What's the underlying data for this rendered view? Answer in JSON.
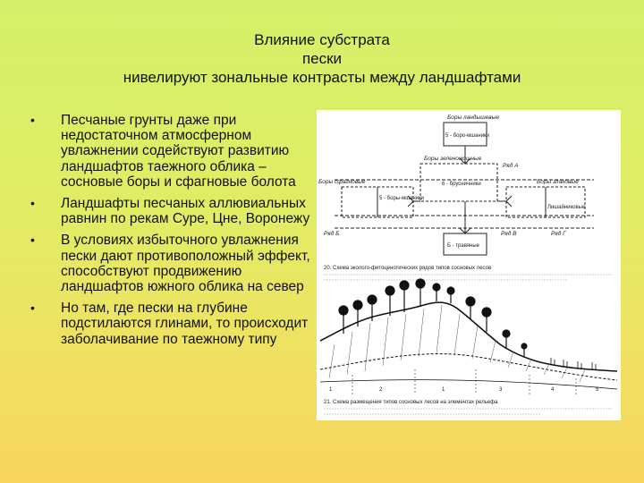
{
  "slide": {
    "title_lines": [
      "Влияние субстрата",
      "пески",
      "нивелируют зональные контрасты между ландшафтами"
    ],
    "bullets": [
      "Песчаные грунты даже при недостаточном атмосферном увлажнении содействуют развитию ландшафтов таежного облика – сосновые боры и сфагновые болота",
      "Ландшафты песчаных аллювиальных равнин по рекам Суре, Цне, Воронежу",
      "В условиях избыточного увлажнения пески дают противоположный эффект, способствуют продвижению ландшафтов южного облика на север",
      "Но там, где пески на глубине подстилаются глинами, то происходит заболачивание по таежному типу"
    ],
    "bullet_glyph": "•"
  },
  "figure": {
    "scheme": {
      "top_box": "5 - боро-мшаники",
      "top_label": "Боры ландышевые",
      "center_box": "6 - брусничники",
      "center_label": "Боры зеленомошные",
      "left_box": "5 - боры-мшаники",
      "left_label": "Боры сфагновые",
      "right_label": "Боры злаковые",
      "right_box": "Лишайниковые",
      "bottom_box": "Б - травяные",
      "row_a": "Ряд А",
      "row_b": "Ряд Б",
      "row_v": "Ряд В",
      "row_g": "Ряд Г"
    },
    "caption_top": "20. Схема эколого-фитоценотических рядов типов сосновых лесов",
    "profile_numbers": [
      "1",
      "2",
      "1",
      "3",
      "4",
      "5"
    ],
    "caption_bottom": "21. Схема размещения типов сосновых лесов на элементах рельефа"
  },
  "colors": {
    "bg_top": "#d4f06a",
    "bg_bottom": "#f7d45e"
  }
}
